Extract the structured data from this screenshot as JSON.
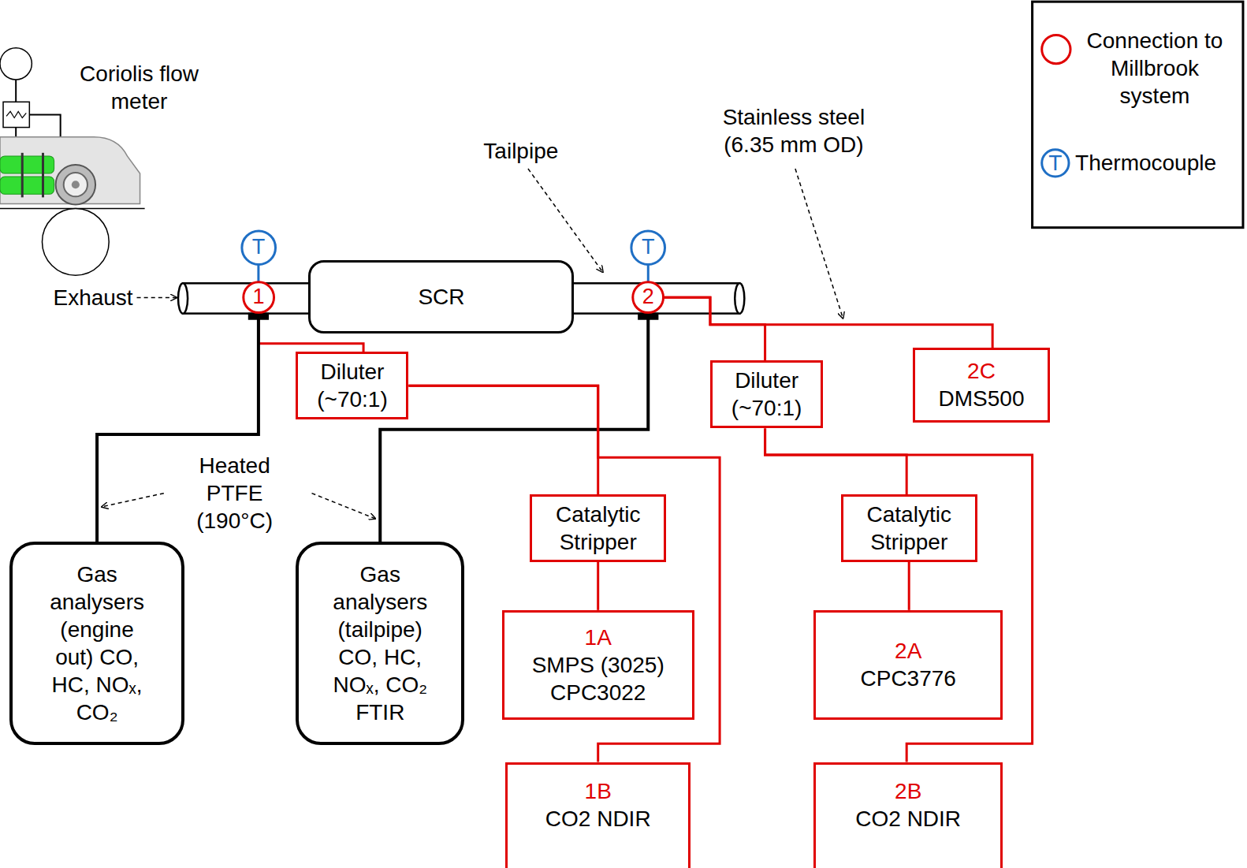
{
  "diagram": {
    "nodes": [
      {
        "text": [
          "T"
        ]
      },
      {
        "text": [
          "1"
        ]
      },
      {
        "text": [
          "SCR"
        ]
      },
      {
        "text": [
          "T"
        ]
      },
      {
        "text": [
          "2"
        ]
      },
      {
        "text": [
          "Diluter (~70:1)"
        ]
      },
      {
        "text": [
          "Diluter (~70:1)"
        ]
      },
      {
        "text": [
          "2C",
          "DMS500"
        ]
      },
      {
        "text": [
          "Catalytic Stripper"
        ]
      },
      {
        "text": [
          "Catalytic Stripper"
        ]
      },
      {
        "text": [
          "Gas analysers (engine out) CO, HC, NOₓ, CO₂"
        ]
      },
      {
        "text": [
          "Gas analysers (tailpipe) CO, HC, NOₓ, CO₂ FTIR"
        ]
      },
      {
        "text": [
          "1A",
          "SMPS (3025) CPC3022"
        ]
      },
      {
        "text": [
          "2A",
          "CPC3776"
        ]
      },
      {
        "text": [
          "1B",
          "CO2 NDIR"
        ]
      },
      {
        "text": [
          "2B",
          "CO2 NDIR"
        ]
      }
    ],
    "edges": [
      {
        "from": 0,
        "to": 1,
        "arrow": "none"
      },
      {
        "from": 1,
        "to": 5,
        "arrow": "none"
      },
      {
        "from": 1,
        "to": 10,
        "arrow": "none"
      },
      {
        "from": 3,
        "to": 4,
        "arrow": "none"
      },
      {
        "from": 4,
        "to": 11,
        "arrow": "none"
      },
      {
        "from": 4,
        "to": 6,
        "arrow": "none"
      },
      {
        "from": 4,
        "to": 7,
        "arrow": "none"
      },
      {
        "from": 5,
        "to": 8,
        "arrow": "none"
      },
      {
        "from": 5,
        "to": 14,
        "arrow": "none"
      },
      {
        "from": 8,
        "to": 12,
        "arrow": "none"
      },
      {
        "from": 6,
        "to": 9,
        "arrow": "none"
      },
      {
        "from": 6,
        "to": 15,
        "arrow": "none"
      },
      {
        "from": 9,
        "to": 13,
        "arrow": "none"
      }
    ],
    "labels": [
      "Coriolis flow meter",
      "Exhaust",
      "Tailpipe",
      "Stainless steel (6.35 mm OD)",
      "Heated PTFE (190°C)",
      "T"
    ],
    "legend": [
      {
        "text": "Connection to Millbrook system"
      },
      {
        "text": "Thermocouple"
      }
    ]
  }
}
